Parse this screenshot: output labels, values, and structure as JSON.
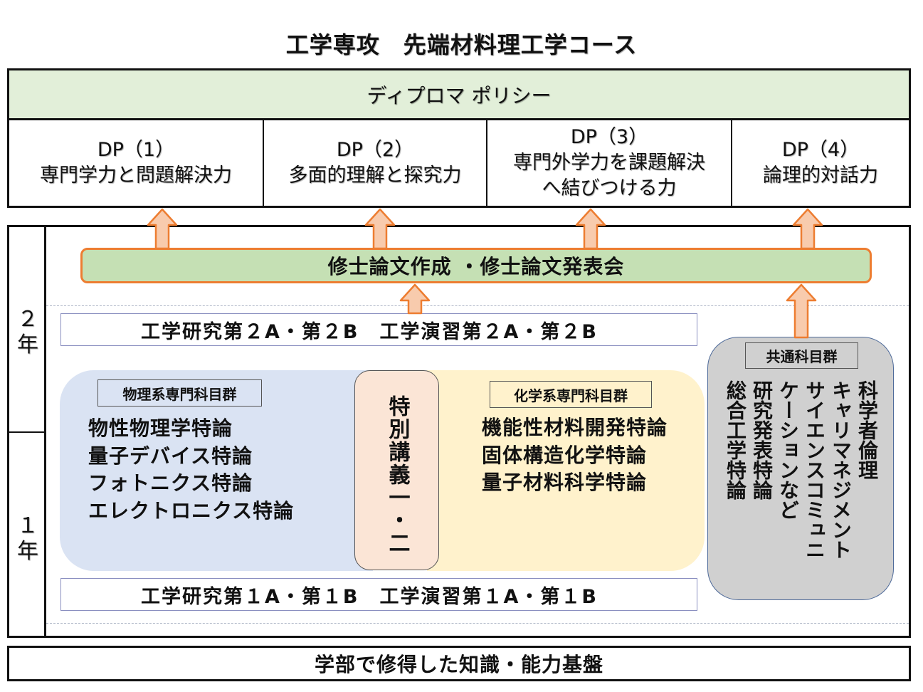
{
  "title": "工学専攻　先端材料理工学コース",
  "diploma_policy": {
    "header": "ディプロマ ポリシー",
    "items": [
      {
        "code": "DP（1）",
        "lines": [
          "専門学力と問題解決力"
        ]
      },
      {
        "code": "DP（2）",
        "lines": [
          "多面的理解と探究力"
        ]
      },
      {
        "code": "DP（3）",
        "lines": [
          "専門外学力を課題解決",
          "へ結びつける力"
        ]
      },
      {
        "code": "DP（4）",
        "lines": [
          "論理的対話力"
        ]
      }
    ]
  },
  "years": {
    "year2": "２年",
    "year1": "１年"
  },
  "thesis": "修士論文作成 ・修士論文発表会",
  "research_year2": "工学研究第２A・第２B　工学演習第２A・第２B",
  "research_year1": "工学研究第１A・第１B　工学演習第１A・第１B",
  "physics_group": {
    "label": "物理系専門科目群",
    "courses": [
      "物性物理学特論",
      "量子デバイス特論",
      "フォトニクス特論",
      "エレクトロニクス特論"
    ]
  },
  "special_lecture": "特別講義一・二",
  "chemistry_group": {
    "label": "化学系専門科目群",
    "courses": [
      "機能性材料開発特論",
      "固体構造化学特論",
      "量子材料科学特論"
    ]
  },
  "common_group": {
    "label": "共通科目群",
    "courses": [
      "科学者倫理",
      "キャリマネジメント",
      "サイエンスコミュニ",
      "ケーションなど",
      "研究発表特論",
      "総合工学特論"
    ]
  },
  "foundation": "学部で修得した知識・能力基盤",
  "colors": {
    "dp_header_bg": "#e2efd9",
    "thesis_bg": "#c5e0b4",
    "arrow_fill": "#f8cbad",
    "arrow_stroke": "#ed7d31",
    "physics_bg": "#dae3f3",
    "chemistry_bg": "#fff2cc",
    "special_bg": "#fbe5d6",
    "common_bg": "#d0d0d0"
  }
}
